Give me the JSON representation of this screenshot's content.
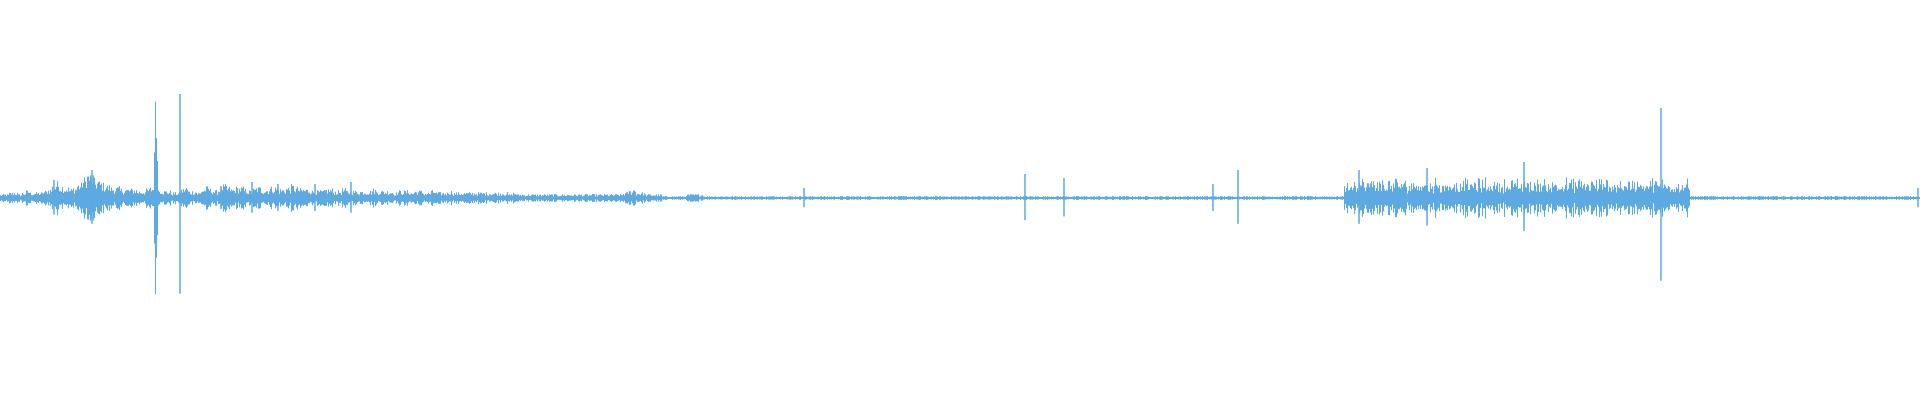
{
  "waveform": {
    "color": "#5DA9E1",
    "background": "#FFFFFF",
    "envelope": [
      0.02,
      0.02,
      0.03,
      0.03,
      0.02,
      0.03,
      0.04,
      0.03,
      0.03,
      0.03,
      0.04,
      0.05,
      0.07,
      0.09,
      0.07,
      0.06,
      0.05,
      0.06,
      0.08,
      0.11,
      0.14,
      0.13,
      0.1,
      0.09,
      0.08,
      0.07,
      0.06,
      0.06,
      0.05,
      0.05,
      0.05,
      0.05,
      0.04,
      0.04,
      0.05,
      0.06,
      0.52,
      0.05,
      0.04,
      0.04,
      0.03,
      0.03,
      0.05,
      0.06,
      0.04,
      0.04,
      0.03,
      0.05,
      0.06,
      0.05,
      0.04,
      0.05,
      0.07,
      0.06,
      0.05,
      0.06,
      0.06,
      0.05,
      0.04,
      0.05,
      0.06,
      0.05,
      0.05,
      0.06,
      0.06,
      0.05,
      0.05,
      0.06,
      0.07,
      0.06,
      0.05,
      0.05,
      0.05,
      0.04,
      0.04,
      0.04,
      0.05,
      0.05,
      0.04,
      0.04,
      0.05,
      0.04,
      0.04,
      0.04,
      0.04,
      0.04,
      0.04,
      0.05,
      0.04,
      0.04,
      0.04,
      0.04,
      0.03,
      0.04,
      0.04,
      0.04,
      0.03,
      0.04,
      0.04,
      0.03,
      0.03,
      0.04,
      0.03,
      0.03,
      0.03,
      0.04,
      0.03,
      0.03,
      0.03,
      0.03,
      0.03,
      0.03,
      0.03,
      0.03,
      0.03,
      0.03,
      0.03,
      0.03,
      0.03,
      0.02,
      0.03,
      0.02,
      0.02,
      0.02,
      0.02,
      0.02,
      0.02,
      0.02,
      0.02,
      0.02,
      0.02,
      0.02,
      0.02,
      0.02,
      0.02,
      0.02,
      0.02,
      0.02,
      0.02,
      0.02,
      0.02,
      0.02,
      0.02,
      0.02,
      0.02,
      0.02,
      0.03,
      0.04,
      0.05,
      0.03,
      0.03,
      0.02,
      0.02,
      0.02,
      0.02,
      0.01,
      0.01,
      0.01,
      0.01,
      0.01,
      0.01,
      0.02,
      0.02,
      0.02,
      0.02,
      0.01,
      0.01,
      0.01,
      0.01,
      0.01,
      0.01,
      0.01,
      0.01,
      0.01,
      0.01,
      0.01,
      0.01,
      0.01,
      0.01,
      0.01,
      0.01,
      0.01,
      0.01,
      0.01,
      0.01,
      0.01,
      0.01,
      0.01,
      0.01,
      0.01,
      0.01,
      0.01,
      0.01,
      0.01,
      0.01,
      0.01,
      0.01,
      0.01,
      0.01,
      0.01,
      0.01,
      0.01,
      0.01,
      0.01,
      0.01,
      0.01,
      0.01,
      0.01,
      0.01,
      0.01,
      0.01,
      0.01,
      0.01,
      0.01,
      0.01,
      0.01,
      0.01,
      0.01,
      0.01,
      0.01,
      0.01,
      0.01,
      0.01,
      0.01,
      0.01,
      0.01,
      0.01,
      0.01,
      0.01,
      0.01,
      0.01,
      0.01,
      0.01,
      0.01,
      0.01,
      0.01,
      0.01,
      0.01,
      0.01,
      0.01,
      0.01,
      0.01,
      0.01,
      0.01,
      0.01,
      0.01,
      0.01,
      0.01,
      0.01,
      0.01,
      0.01,
      0.01,
      0.01,
      0.01,
      0.01,
      0.01,
      0.01,
      0.01,
      0.01,
      0.01,
      0.01,
      0.01,
      0.01,
      0.01,
      0.01,
      0.01,
      0.01,
      0.01,
      0.01,
      0.01,
      0.01,
      0.01,
      0.01,
      0.01,
      0.01,
      0.01,
      0.01,
      0.01,
      0.01,
      0.01,
      0.01,
      0.01,
      0.01,
      0.01,
      0.01,
      0.01,
      0.01,
      0.01,
      0.01,
      0.01,
      0.01,
      0.01,
      0.01,
      0.01,
      0.01,
      0.01,
      0.01,
      0.01,
      0.01,
      0.01,
      0.01,
      0.01,
      0.01,
      0.01,
      0.01,
      0.01,
      0.01,
      0.01,
      0.01,
      0.01,
      0.01,
      0.01,
      0.01,
      0.01,
      0.01,
      0.01,
      0.01,
      0.01,
      0.01,
      0.01,
      0.01,
      0.01,
      0.01,
      0.01,
      0.01,
      0.01,
      0.01,
      0.01,
      0.01,
      0.01,
      0.01,
      0.01,
      0.01,
      0.01,
      0.01,
      0.01,
      0.01,
      0.01,
      0.01,
      0.01,
      0.01,
      0.01,
      0.01,
      0.01,
      0.01,
      0.01,
      0.01,
      0.01,
      0.01,
      0.01,
      0.01,
      0.01,
      0.01,
      0.01,
      0.01,
      0.01,
      0.01,
      0.01,
      0.01,
      0.01,
      0.01,
      0.01,
      0.01,
      0.01,
      0.01,
      0.01,
      0.01,
      0.01,
      0.01,
      0.01,
      0.01,
      0.01,
      0.01,
      0.01,
      0.01,
      0.01,
      0.01,
      0.01,
      0.01,
      0.01,
      0.01,
      0.01,
      0.01,
      0.01,
      0.01,
      0.01,
      0.01,
      0.01,
      0.01,
      0.01,
      0.01,
      0.01,
      0.01,
      0.01,
      0.01,
      0.01,
      0.01,
      0.01,
      0.01,
      0.01,
      0.01,
      0.01,
      0.01,
      0.01,
      0.01,
      0.01,
      0.01,
      0.01,
      0.01,
      0.01,
      0.01,
      0.01,
      0.01,
      0.01,
      0.01,
      0.01,
      0.01,
      0.01,
      0.01,
      0.01,
      0.01,
      0.01,
      0.01,
      0.01,
      0.01,
      0.01,
      0.01,
      0.01,
      0.01,
      0.01,
      0.01,
      0.01,
      0.01,
      0.01,
      0.01,
      0.01,
      0.01,
      0.01,
      0.01,
      0.01,
      0.01,
      0.01,
      0.01,
      0.01,
      0.01,
      0.01,
      0.01,
      0.01,
      0.01,
      0.01
    ],
    "spikes": [
      {
        "t": 0.028,
        "amp": 0.09
      },
      {
        "t": 0.048,
        "amp": 0.14
      },
      {
        "t": 0.094,
        "amp": 0.52
      },
      {
        "t": 0.115,
        "amp": 0.06
      },
      {
        "t": 0.131,
        "amp": 0.08
      },
      {
        "t": 0.145,
        "amp": 0.07
      },
      {
        "t": 0.164,
        "amp": 0.07
      },
      {
        "t": 0.183,
        "amp": 0.08
      },
      {
        "t": 0.419,
        "amp": 0.05
      },
      {
        "t": 0.534,
        "amp": 0.12
      },
      {
        "t": 0.554,
        "amp": 0.1
      },
      {
        "t": 0.632,
        "amp": 0.07
      },
      {
        "t": 0.645,
        "amp": 0.14
      },
      {
        "t": 0.708,
        "amp": 0.14
      },
      {
        "t": 0.743,
        "amp": 0.15
      },
      {
        "t": 0.794,
        "amp": 0.18
      },
      {
        "t": 0.865,
        "amp": 0.45
      },
      {
        "t": 0.999,
        "amp": 0.05
      }
    ],
    "dense_region": {
      "start": 0.7,
      "end": 0.88,
      "amp": 0.11
    }
  }
}
